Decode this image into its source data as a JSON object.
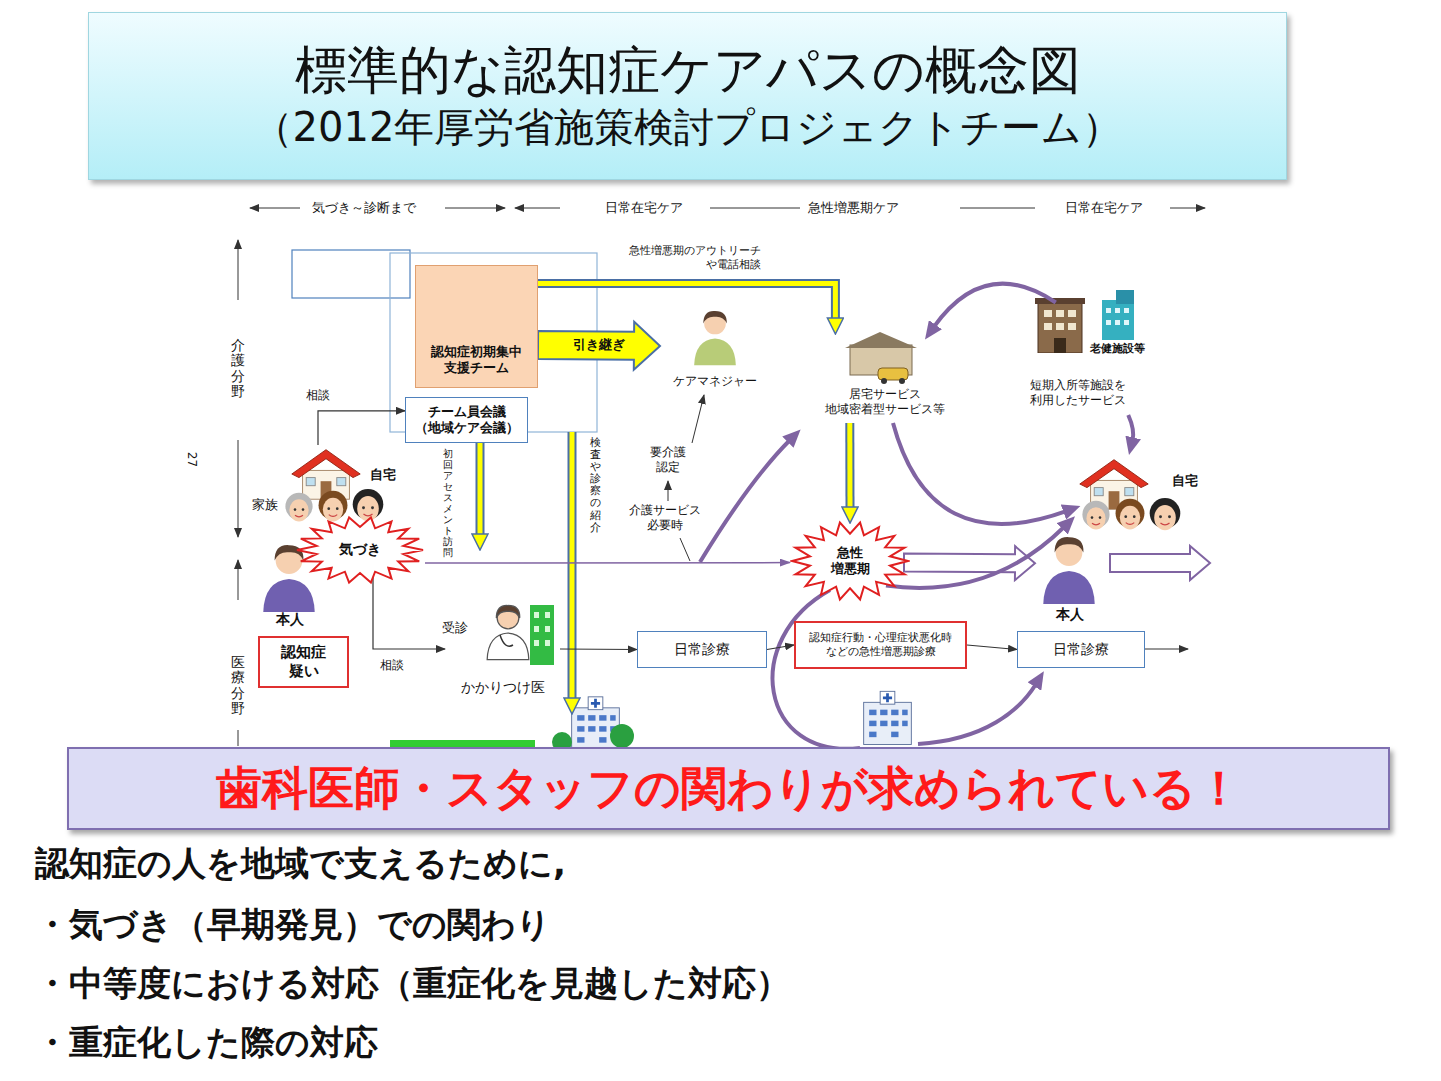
{
  "diagram": {
    "title": "標準的な認知症ケアパスの概念図",
    "nodes": [
      {
        "text": [
          "認知症初期集中 支援チーム"
        ]
      },
      {
        "text": [
          "チーム員会議 （地域ケア会議）"
        ]
      },
      {
        "text": [
          "ケアマネジャー"
        ]
      },
      {
        "text": [
          "居宅サービス 地域密着型サービス等"
        ]
      },
      {
        "text": [
          "老健施設等",
          "短期入所等施設を 利用したサービス"
        ]
      },
      {
        "text": [
          "自宅"
        ]
      },
      {
        "text": [
          "気づき"
        ]
      },
      {
        "text": [
          "本人"
        ]
      },
      {
        "text": [
          "認知症 疑い"
        ]
      },
      {
        "text": [
          "かかりつけ医"
        ]
      },
      {
        "text": [
          "急性 増悪期"
        ]
      },
      {
        "text": [
          "自宅"
        ]
      },
      {
        "text": [
          "本人"
        ]
      },
      {
        "text": [
          "日常診療"
        ]
      },
      {
        "text": [
          "認知症行動・心理症状悪化時 などの急性増悪期診療"
        ]
      },
      {
        "text": [
          "日常診療"
        ]
      },
      {
        "text": [
          "歯科医師・スタッフの関わりが求められている！"
        ]
      }
    ],
    "edges": [
      {
        "from": 0,
        "to": 2,
        "label": "引き継ぎ",
        "arrow": "to"
      },
      {
        "from": 0,
        "to": 3,
        "label": "急性増悪期のアウトリーチ や電話相談",
        "arrow": "to"
      },
      {
        "from": 3,
        "to": 10,
        "arrow": "to"
      },
      {
        "from": 5,
        "to": 1,
        "label": "相談",
        "arrow": "to"
      },
      {
        "from": 6,
        "to": 9,
        "label": "相談",
        "arrow": "to"
      },
      {
        "from": 9,
        "to": 13,
        "arrow": "to"
      },
      {
        "from": 13,
        "to": 14,
        "arrow": "to"
      },
      {
        "from": 14,
        "to": 15,
        "arrow": "to"
      },
      {
        "from": 6,
        "to": 10,
        "arrow": "to"
      },
      {
        "from": 10,
        "to": 12,
        "arrow": "to"
      },
      {
        "from": 4,
        "to": 3,
        "arrow": "to"
      },
      {
        "from": 4,
        "to": 11,
        "arrow": "to"
      },
      {
        "from": 3,
        "to": 11,
        "arrow": "to"
      },
      {
        "from": 10,
        "to": 11,
        "arrow": "to"
      }
    ],
    "labels": [
      "（2012年厚労省施策検討プロジェクトチーム）",
      "気づき～診断まで",
      "日常在宅ケア",
      "急性増悪期ケア",
      "日常在宅ケア",
      "介護分野",
      "医療分野",
      "27",
      "家族",
      "初回アセスメント訪問",
      "検査や診察の紹介",
      "要介護 認定",
      "介護サービス 必要時",
      "受診",
      "認知症の人を地域で支えるために,",
      "・気づき（早期発見）での関わり",
      "・中等度における対応（重症化を見越した対応）",
      "・重症化した際の対応"
    ]
  }
}
